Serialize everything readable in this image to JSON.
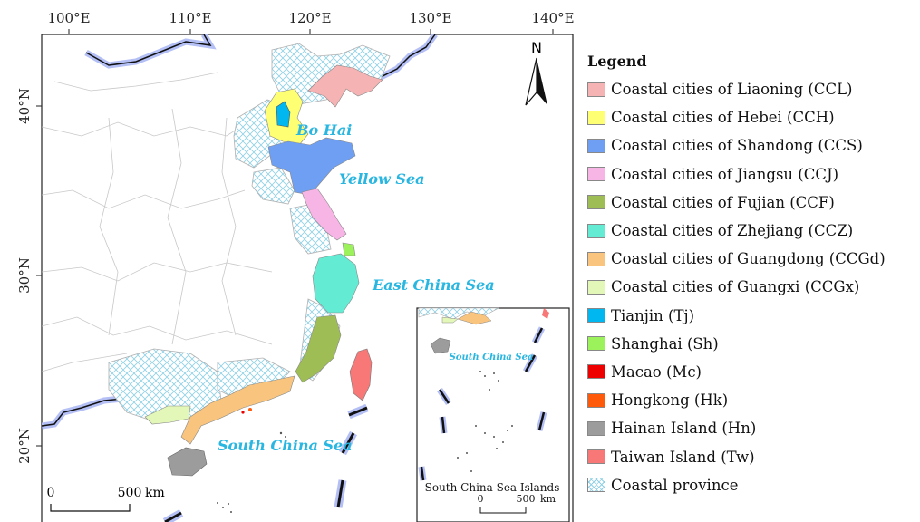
{
  "map": {
    "lon_ticks": [
      "100°E",
      "110°E",
      "120°E",
      "130°E",
      "140°E"
    ],
    "lat_ticks": [
      "40°N",
      "30°N",
      "20°N"
    ],
    "seas": [
      "Bo Hai",
      "Yellow Sea",
      "East China Sea",
      "South China Sea"
    ],
    "north_arrow": "N",
    "scale_bar": {
      "zero": "0",
      "distance": "500",
      "unit": "km"
    }
  },
  "inset": {
    "sea_label": "South China Sea",
    "caption": "South China Sea Islands",
    "scale_bar": {
      "zero": "0",
      "distance": "500",
      "unit": "km"
    }
  },
  "legend": {
    "title": "Legend",
    "items": [
      {
        "label": "Coastal cities of Liaoning (CCL)",
        "color": "#f6b3b3"
      },
      {
        "label": "Coastal cities of Hebei (CCH)",
        "color": "#ffff73"
      },
      {
        "label": "Coastal cities of Shandong (CCS)",
        "color": "#6f9ff2"
      },
      {
        "label": "Coastal cities of Jiangsu (CCJ)",
        "color": "#f7b5e6"
      },
      {
        "label": "Coastal cities of Fujian (CCF)",
        "color": "#9ebe55"
      },
      {
        "label": "Coastal cities of Zhejiang (CCZ)",
        "color": "#63ecd3"
      },
      {
        "label": "Coastal cities of Guangdong (CCGd)",
        "color": "#f8c47e"
      },
      {
        "label": "Coastal cities of Guangxi (CCGx)",
        "color": "#e2f7b8"
      },
      {
        "label": "Tianjin (Tj)",
        "color": "#00b8ef"
      },
      {
        "label": "Shanghai (Sh)",
        "color": "#9cf25b"
      },
      {
        "label": "Macao (Mc)",
        "color": "#ee0000"
      },
      {
        "label": "Hongkong (Hk)",
        "color": "#ff5a0a"
      },
      {
        "label": "Hainan Island (Hn)",
        "color": "#9c9c9c"
      },
      {
        "label": "Taiwan Island (Tw)",
        "color": "#f87878"
      },
      {
        "label": "Coastal province",
        "color": "hatch"
      }
    ]
  }
}
